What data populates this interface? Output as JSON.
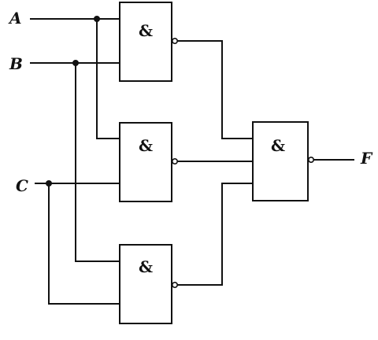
{
  "inputs": {
    "a": "A",
    "b": "B",
    "c": "C"
  },
  "output": {
    "f": "F"
  },
  "gates": {
    "gate1_symbol": "&",
    "gate2_symbol": "&",
    "gate3_symbol": "&",
    "gate4_symbol": "&"
  }
}
